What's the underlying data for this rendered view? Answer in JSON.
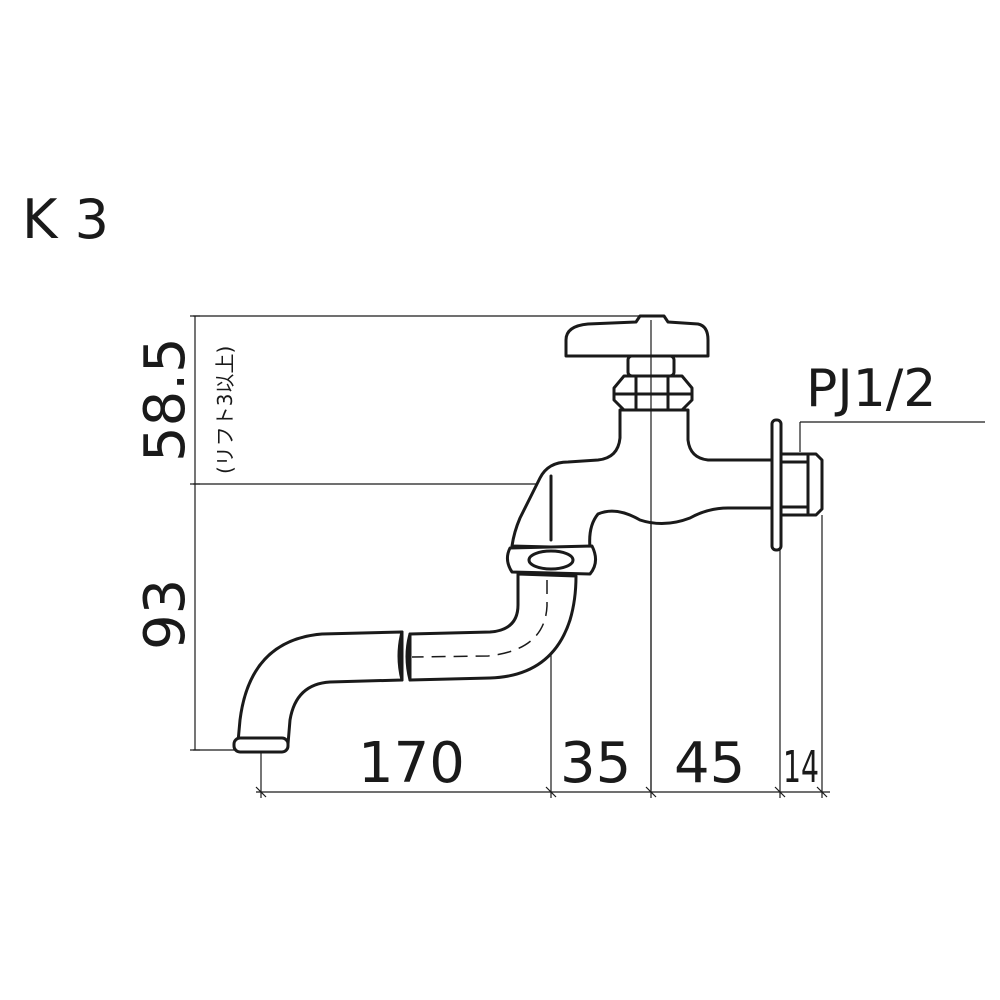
{
  "model_label": "K 3",
  "connection_label": "PJ1/2",
  "dimensions": {
    "vertical_top": "58.5",
    "vertical_top_note": "(リフト3以上)",
    "vertical_bottom": "93",
    "horizontal": [
      "170",
      "35",
      "45",
      "14"
    ]
  }
}
